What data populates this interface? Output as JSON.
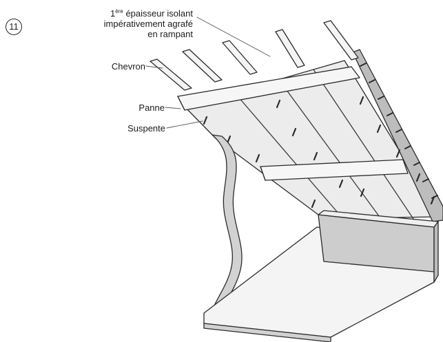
{
  "figure": {
    "step_number": "11",
    "labels": {
      "insulation_line1_prefix": "1",
      "insulation_line1_sup": "ère",
      "insulation_line1_rest": " épaisseur isolant",
      "insulation_line2": "impérativement agrafé",
      "insulation_line3": "en rampant",
      "chevron": "Chevron",
      "panne": "Panne",
      "suspente": "Suspente"
    },
    "colors": {
      "line": "#2a2a2a",
      "wood_face": "#f2f2f2",
      "insulation": "#e9e9e9",
      "wall_section": "#cfcfcf",
      "dark_edge": "#7a7a7a"
    }
  }
}
